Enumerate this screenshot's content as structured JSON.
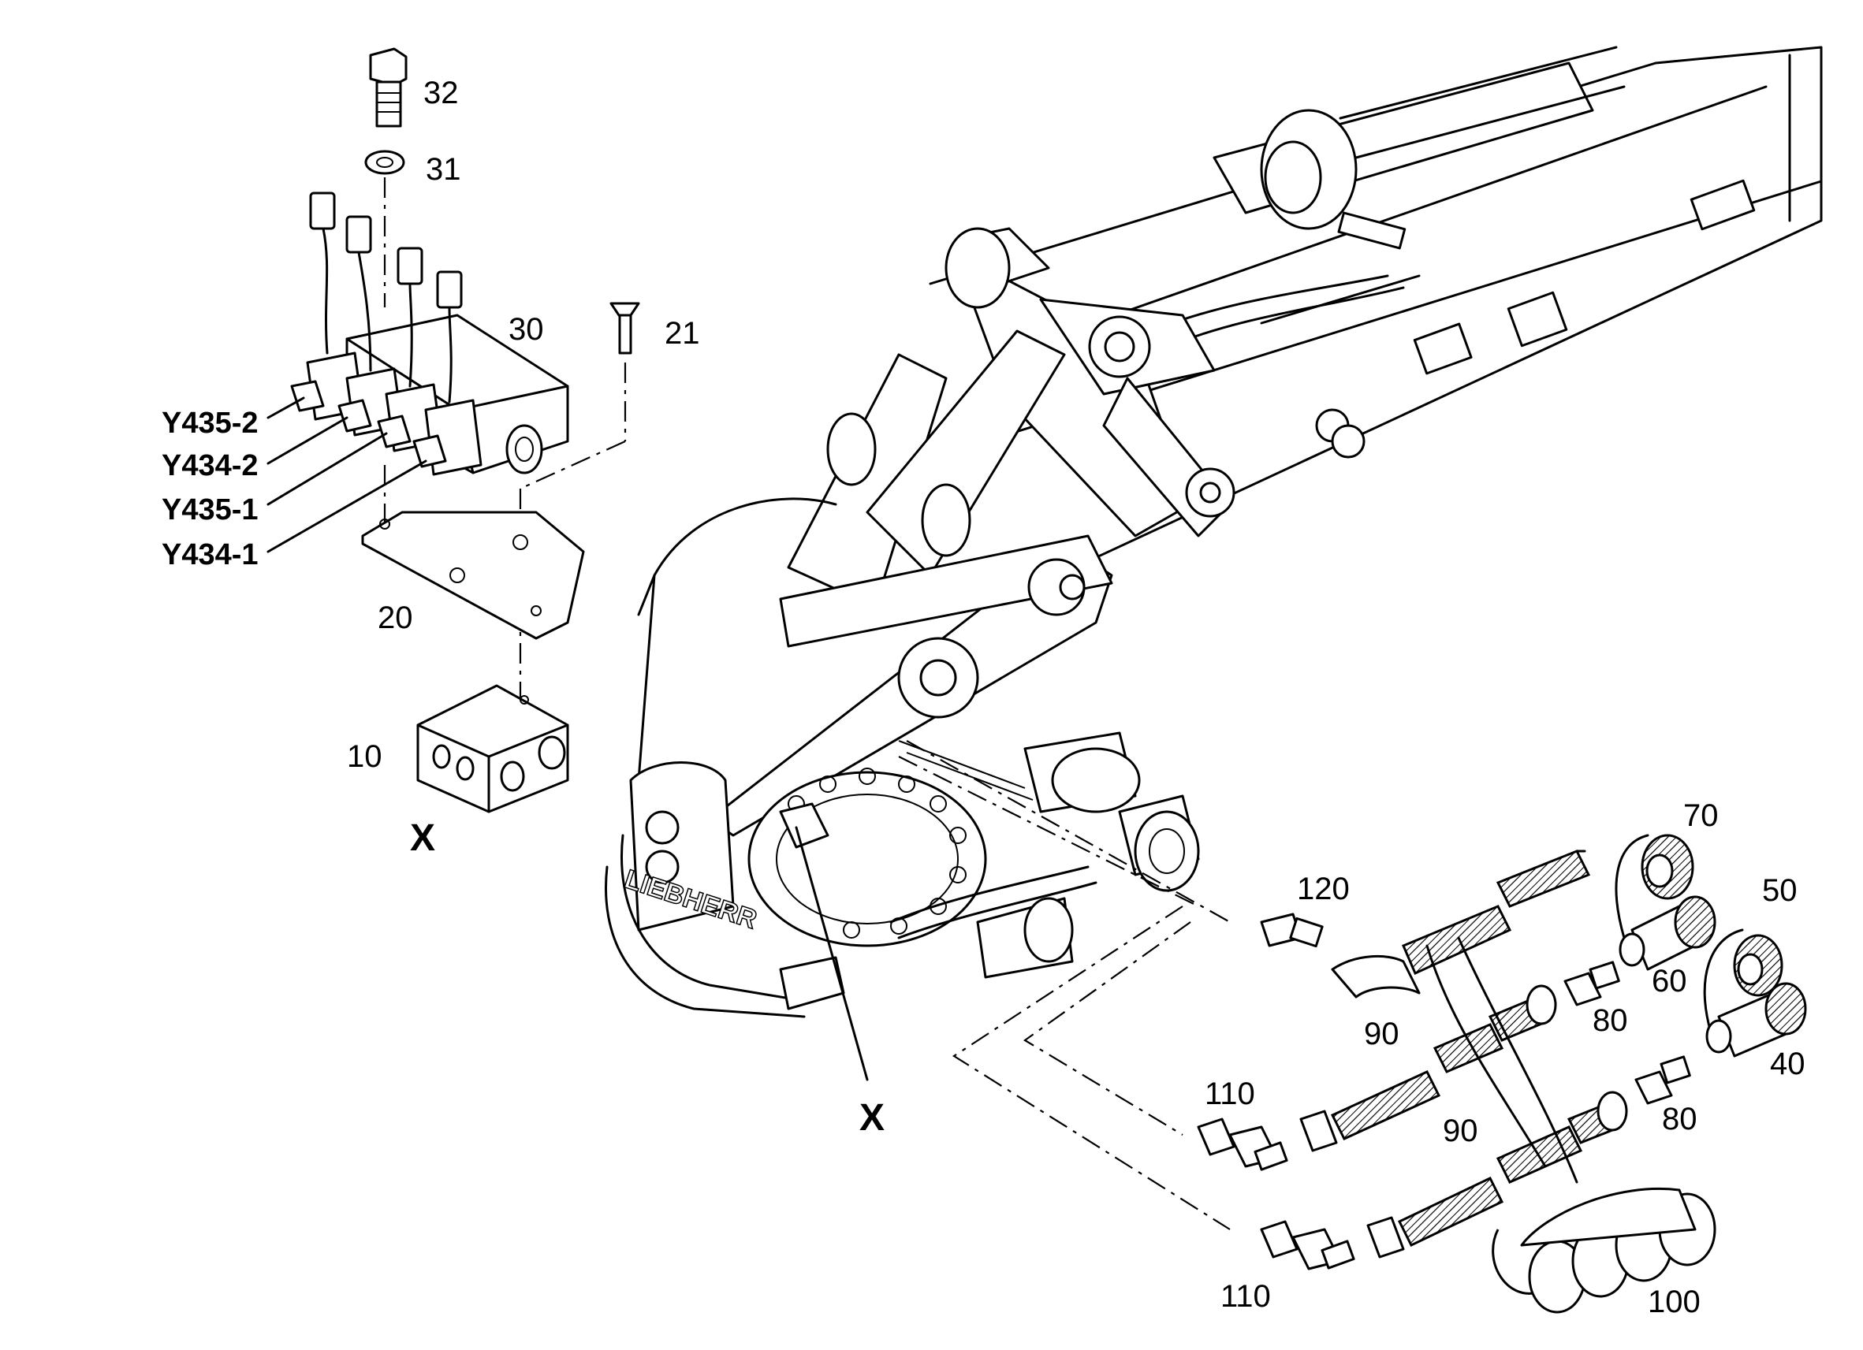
{
  "labels": {
    "p32": "32",
    "p31": "31",
    "p30": "30",
    "p21": "21",
    "p20": "20",
    "p10": "10",
    "x_detail": "X",
    "x_view": "X",
    "p120": "120",
    "p70": "70",
    "p50": "50",
    "p60": "60",
    "p80a": "80",
    "p80b": "80",
    "p90a": "90",
    "p90b": "90",
    "p110a": "110",
    "p110b": "110",
    "p40": "40",
    "p100": "100",
    "y435_2": "Y435-2",
    "y434_2": "Y434-2",
    "y435_1": "Y435-1",
    "y434_1": "Y434-1"
  },
  "machine_brand_lettering": "LIEBHERR"
}
